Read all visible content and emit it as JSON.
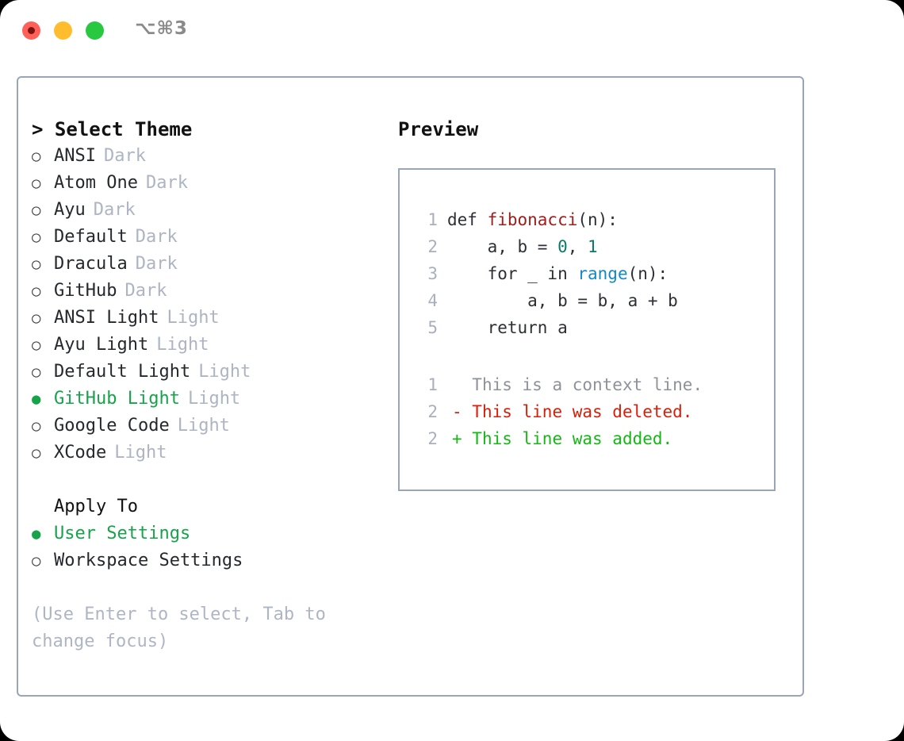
{
  "window": {
    "shortcut": "⌥⌘3",
    "traffic_lights": [
      "close",
      "minimize",
      "maximize"
    ],
    "colors": {
      "close": "#ff6159",
      "minimize": "#ffbd2e",
      "maximize": "#28c840",
      "accent_green": "#17a34a",
      "border": "#9aa5b5",
      "muted": "#adb5c2"
    }
  },
  "theme_picker": {
    "header": "> Select Theme",
    "options": [
      {
        "bullet": "○",
        "label": "ANSI",
        "tag": "Dark",
        "selected": false
      },
      {
        "bullet": "○",
        "label": "Atom One",
        "tag": "Dark",
        "selected": false
      },
      {
        "bullet": "○",
        "label": "Ayu",
        "tag": "Dark",
        "selected": false
      },
      {
        "bullet": "○",
        "label": "Default",
        "tag": "Dark",
        "selected": false
      },
      {
        "bullet": "○",
        "label": "Dracula",
        "tag": "Dark",
        "selected": false
      },
      {
        "bullet": "○",
        "label": "GitHub",
        "tag": "Dark",
        "selected": false
      },
      {
        "bullet": "○",
        "label": "ANSI Light",
        "tag": "Light",
        "selected": false
      },
      {
        "bullet": "○",
        "label": "Ayu Light",
        "tag": "Light",
        "selected": false
      },
      {
        "bullet": "○",
        "label": "Default Light",
        "tag": "Light",
        "selected": false
      },
      {
        "bullet": "●",
        "label": "GitHub Light",
        "tag": "Light",
        "selected": true
      },
      {
        "bullet": "○",
        "label": "Google Code",
        "tag": "Light",
        "selected": false
      },
      {
        "bullet": "○",
        "label": "XCode",
        "tag": "Light",
        "selected": false
      }
    ]
  },
  "apply_to": {
    "header": "Apply To",
    "options": [
      {
        "bullet": "●",
        "label": "User Settings",
        "selected": true
      },
      {
        "bullet": "○",
        "label": "Workspace Settings",
        "selected": false
      }
    ]
  },
  "hint": "(Use Enter to select, Tab to change focus)",
  "preview": {
    "title": "Preview",
    "code_lines": [
      {
        "no": "1",
        "tokens": [
          {
            "t": "def ",
            "c": "kw"
          },
          {
            "t": "fibonacci",
            "c": "fn"
          },
          {
            "t": "(n):",
            "c": "plain"
          }
        ]
      },
      {
        "no": "2",
        "tokens": [
          {
            "t": "    a, b = ",
            "c": "plain"
          },
          {
            "t": "0",
            "c": "num"
          },
          {
            "t": ", ",
            "c": "plain"
          },
          {
            "t": "1",
            "c": "num"
          }
        ]
      },
      {
        "no": "3",
        "tokens": [
          {
            "t": "    for _ in ",
            "c": "kw"
          },
          {
            "t": "range",
            "c": "bi"
          },
          {
            "t": "(n):",
            "c": "plain"
          }
        ]
      },
      {
        "no": "4",
        "tokens": [
          {
            "t": "        a, b = b, a + b",
            "c": "plain"
          }
        ]
      },
      {
        "no": "5",
        "tokens": [
          {
            "t": "    return a",
            "c": "kw"
          }
        ]
      }
    ],
    "diff_lines": [
      {
        "no": "1",
        "marker": " ",
        "text": " This is a context line.",
        "kind": "ctx"
      },
      {
        "no": "2",
        "marker": "-",
        "text": " This line was deleted.",
        "kind": "del"
      },
      {
        "no": "2",
        "marker": "+",
        "text": " This line was added.",
        "kind": "add"
      }
    ]
  }
}
